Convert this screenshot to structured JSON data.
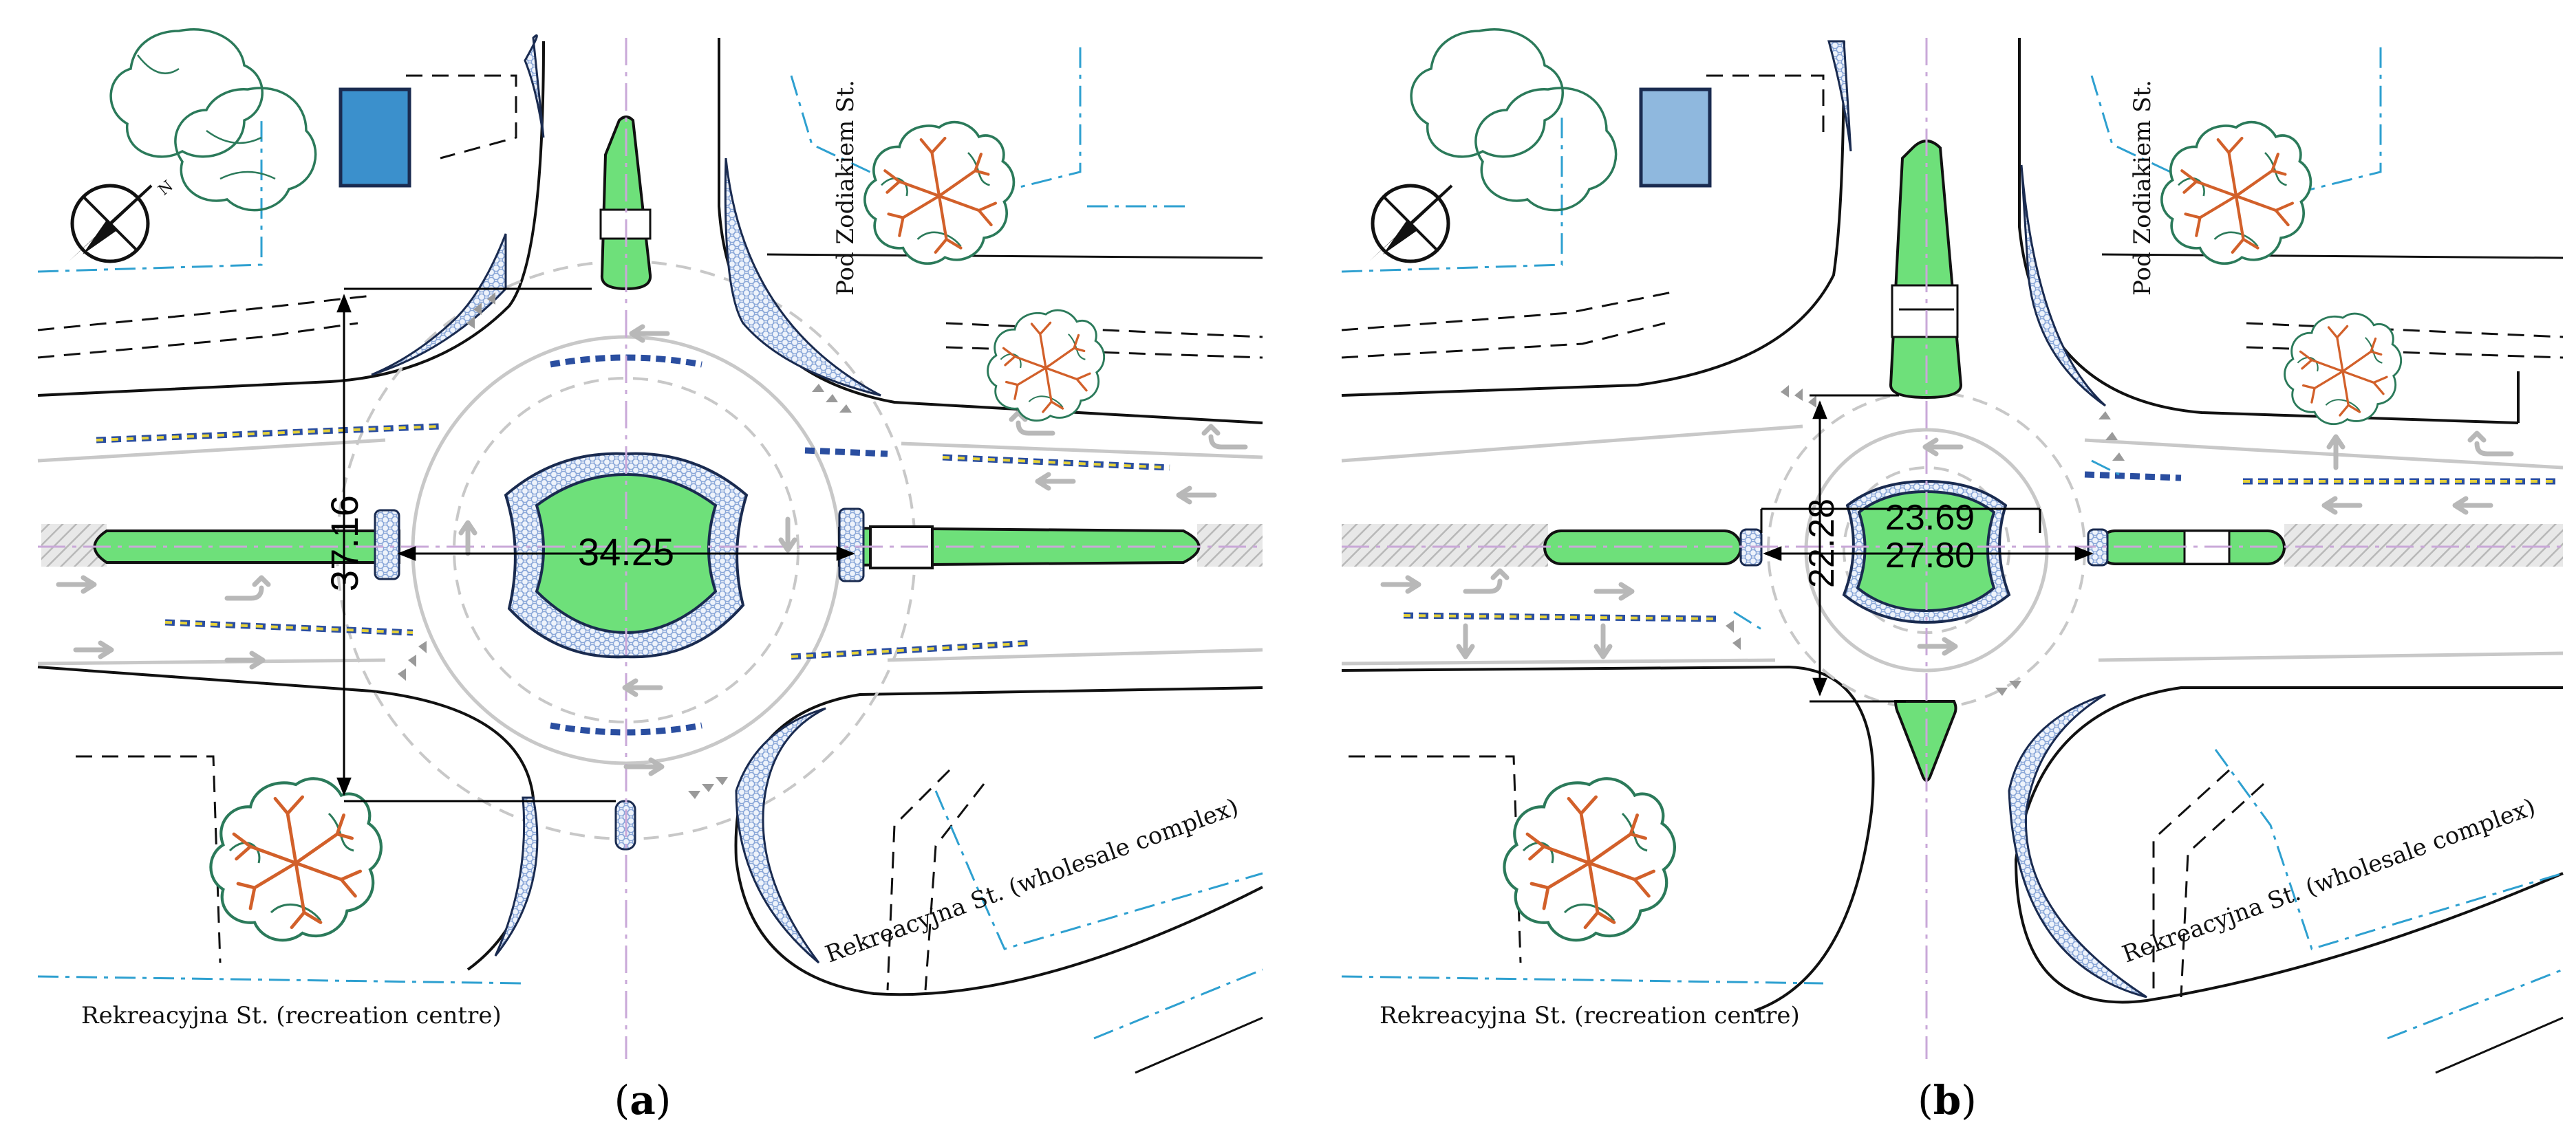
{
  "panels": [
    {
      "id": "a",
      "caption": {
        "open": "(",
        "letter": "a",
        "close": ")"
      },
      "streets": {
        "north": "Pod Zodiakiem St.",
        "southeast": "Rekreacyjna St. (wholesale complex)",
        "southwest": "Rekreacyjna St. (recreation centre)"
      },
      "dimensions": {
        "outer_diameter": "37.16",
        "island_diameter": "34.25"
      }
    },
    {
      "id": "b",
      "caption": {
        "open": "(",
        "letter": "b",
        "close": ")"
      },
      "streets": {
        "north": "Pod Zodiakiem St.",
        "southeast": "Rekreacyjna St. (wholesale complex)",
        "southwest": "Rekreacyjna St. (recreation centre)"
      },
      "dimensions": {
        "outer_diameter": "22.28",
        "island_diameter": "23.69",
        "apron_diameter": "27.80"
      }
    }
  ],
  "colors": {
    "green_island": "#6ee07a",
    "hatch_blue": "#9ab8e6",
    "tree_canopy": "#2b7a5a",
    "tree_branch": "#d2602a",
    "building_a": "#3b90cc",
    "building_b": "#8fb8de",
    "water_line": "#2ea0d0",
    "axis_line": "#c9a8d8"
  },
  "icons": [
    "north-arrow-icon",
    "tree-icon",
    "lane-arrow-icon"
  ]
}
